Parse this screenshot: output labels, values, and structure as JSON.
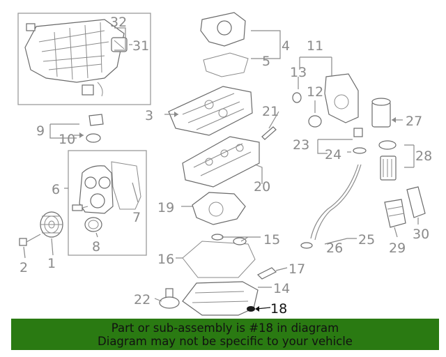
{
  "diagram": {
    "callouts": [
      {
        "id": "1",
        "label": "1"
      },
      {
        "id": "2",
        "label": "2"
      },
      {
        "id": "3",
        "label": "3"
      },
      {
        "id": "4",
        "label": "4"
      },
      {
        "id": "5",
        "label": "5"
      },
      {
        "id": "6",
        "label": "6"
      },
      {
        "id": "7",
        "label": "7"
      },
      {
        "id": "8",
        "label": "8"
      },
      {
        "id": "9",
        "label": "9"
      },
      {
        "id": "10",
        "label": "10"
      },
      {
        "id": "11",
        "label": "11"
      },
      {
        "id": "12",
        "label": "12"
      },
      {
        "id": "13",
        "label": "13"
      },
      {
        "id": "14",
        "label": "14"
      },
      {
        "id": "15",
        "label": "15"
      },
      {
        "id": "16",
        "label": "16"
      },
      {
        "id": "17",
        "label": "17"
      },
      {
        "id": "18",
        "label": "18"
      },
      {
        "id": "19",
        "label": "19"
      },
      {
        "id": "20",
        "label": "20"
      },
      {
        "id": "21",
        "label": "21"
      },
      {
        "id": "22",
        "label": "22"
      },
      {
        "id": "23",
        "label": "23"
      },
      {
        "id": "24",
        "label": "24"
      },
      {
        "id": "25",
        "label": "25"
      },
      {
        "id": "26",
        "label": "26"
      },
      {
        "id": "27",
        "label": "27"
      },
      {
        "id": "28",
        "label": "28"
      },
      {
        "id": "29",
        "label": "29"
      },
      {
        "id": "30",
        "label": "30"
      },
      {
        "id": "31",
        "label": "31"
      },
      {
        "id": "32",
        "label": "32"
      }
    ],
    "highlighted_part": "18"
  },
  "banner": {
    "line1": "Part or sub-assembly is #18 in diagram",
    "line2": "Diagram may not be specific to your vehicle",
    "background_color": "#2a7a12"
  }
}
